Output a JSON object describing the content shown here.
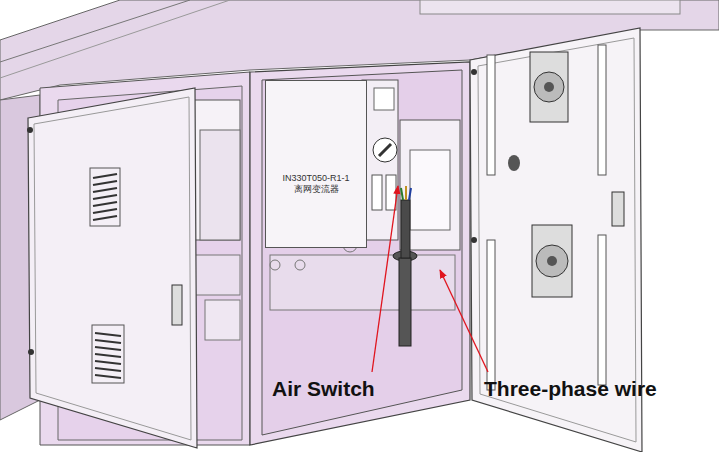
{
  "diagram": {
    "nodes": [
      {
        "text": [
          "IN330T050-R1-1",
          "离网变流器"
        ]
      }
    ],
    "labels": [
      "Air Switch",
      "Three-phase wire"
    ]
  }
}
